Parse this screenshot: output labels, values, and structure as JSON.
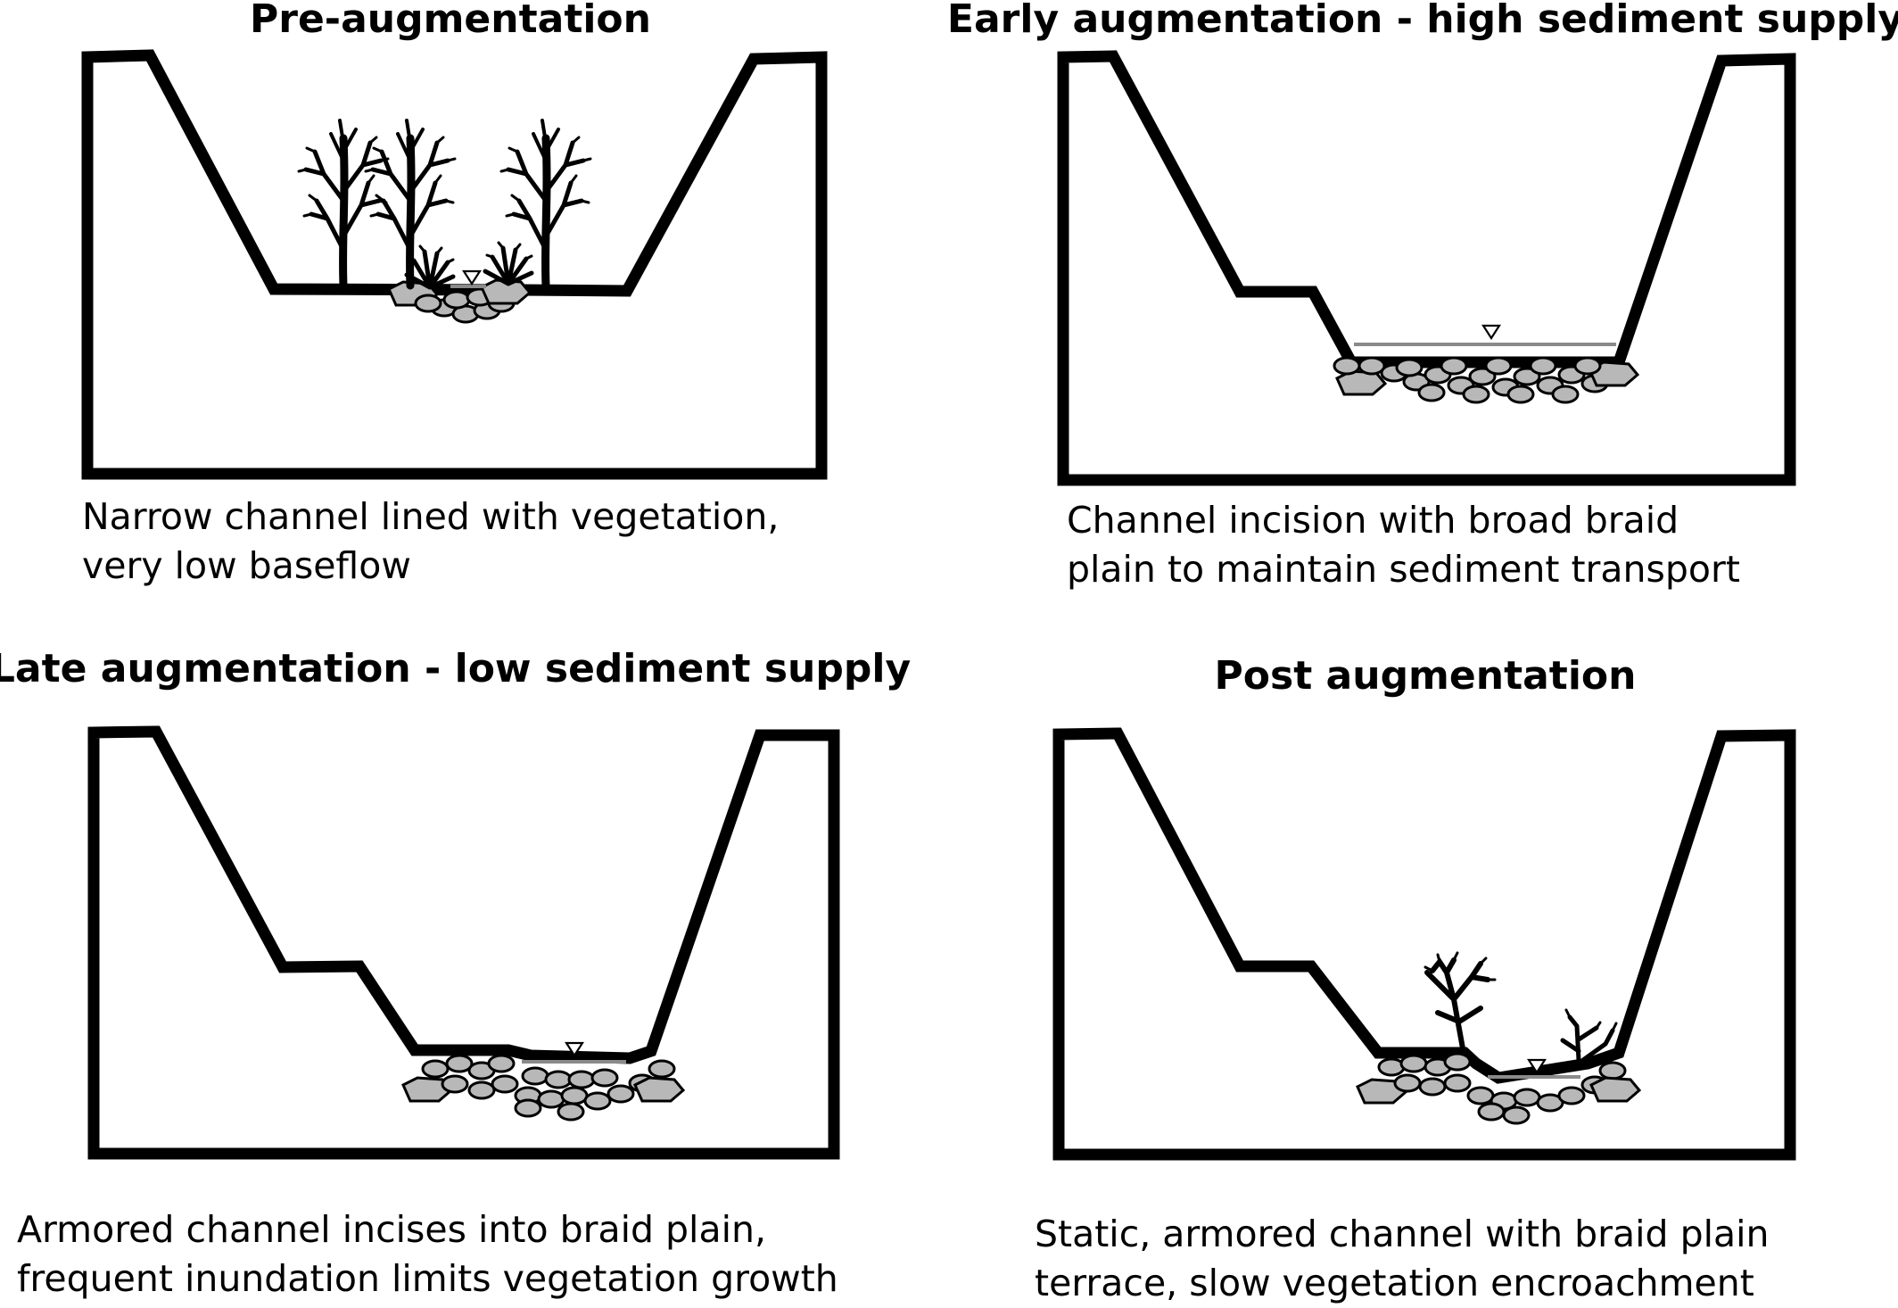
{
  "panels": [
    {
      "title": "Pre-augmentation",
      "caption": [
        "Narrow channel lined with vegetation,",
        "very low baseflow"
      ]
    },
    {
      "title": "Early augmentation - high sediment supply",
      "caption": [
        "Channel incision with broad braid",
        "plain to maintain sediment transport"
      ]
    },
    {
      "title": "Late augmentation - low sediment supply",
      "caption": [
        "Armored channel incises into braid plain,",
        "frequent inundation limits vegetation growth"
      ]
    },
    {
      "title": "Post augmentation",
      "caption": [
        "Static, armored channel with braid plain",
        "terrace, slow vegetation encroachment"
      ]
    }
  ],
  "colors": {
    "line": "#000000",
    "rock": "#b8b8b8",
    "water": "#8a8a8a",
    "background": "#ffffff"
  },
  "icons": [
    "water-level-triangle-icon",
    "tree-icon",
    "shrub-icon",
    "rock-icon"
  ]
}
